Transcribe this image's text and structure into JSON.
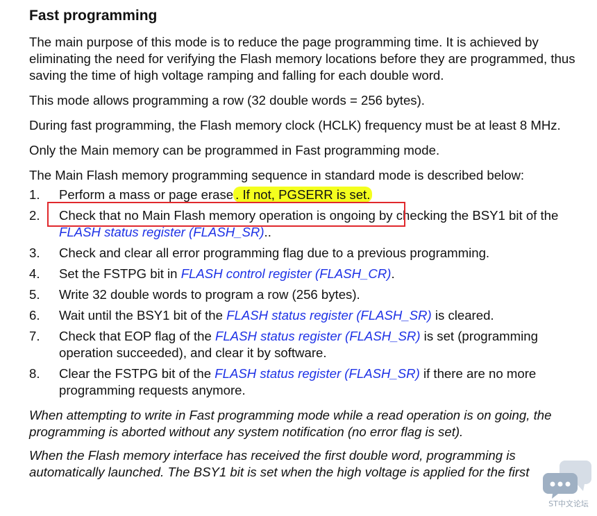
{
  "title": "Fast programming",
  "paragraphs": [
    "The main purpose of this mode is to reduce the page programming time. It is achieved by eliminating the need for verifying the Flash memory locations before they are programmed, thus saving the time of high voltage ramping and falling for each double word.",
    "This mode allows programming a row (32 double words = 256 bytes).",
    "During fast programming, the Flash memory clock (HCLK) frequency must be at least 8 MHz.",
    "Only the Main memory can be programmed in Fast programming mode.",
    "The Main Flash memory programming sequence in standard mode is described below:"
  ],
  "steps": [
    {
      "num": "1.",
      "pre": "Perform a mass or page erase",
      "highlight": ". If not, PGSERR is set."
    },
    {
      "num": "2.",
      "pre": "Check that no Main Flash memory operation is ongoing by checking the BSY1 bit of the ",
      "link": "FLASH status register (FLASH_SR)",
      "post": ".."
    },
    {
      "num": "3.",
      "pre": "Check and clear all error programming flag due to a previous programming."
    },
    {
      "num": "4.",
      "pre": "Set the FSTPG bit in ",
      "link": "FLASH control register (FLASH_CR)",
      "post": "."
    },
    {
      "num": "5.",
      "pre": "Write 32 double words to program a row (256 bytes)."
    },
    {
      "num": "6.",
      "pre": "Wait until the BSY1 bit of the ",
      "link": "FLASH status register (FLASH_SR)",
      "post": " is cleared."
    },
    {
      "num": "7.",
      "pre": "Check that EOP flag of the ",
      "link": "FLASH status register (FLASH_SR)",
      "post": " is set (programming operation succeeded), and clear it by software."
    },
    {
      "num": "8.",
      "pre": "Clear the FSTPG bit of the ",
      "link": "FLASH status register (FLASH_SR)",
      "post": " if there are no more programming requests anymore."
    }
  ],
  "notes": [
    "When attempting to write in Fast programming mode while a read operation is on going, the programming is aborted without any system notification (no error flag is set).",
    "When the Flash memory interface has received the first double word, programming is automatically launched. The BSY1 bit is set when the high voltage is applied for the first"
  ],
  "watermark": {
    "text": "ST中文论坛",
    "icon": "chat-bubbles-icon"
  },
  "colors": {
    "link": "#1e32e6",
    "highlight": "#f4ff1e",
    "box": "#e0282c"
  }
}
